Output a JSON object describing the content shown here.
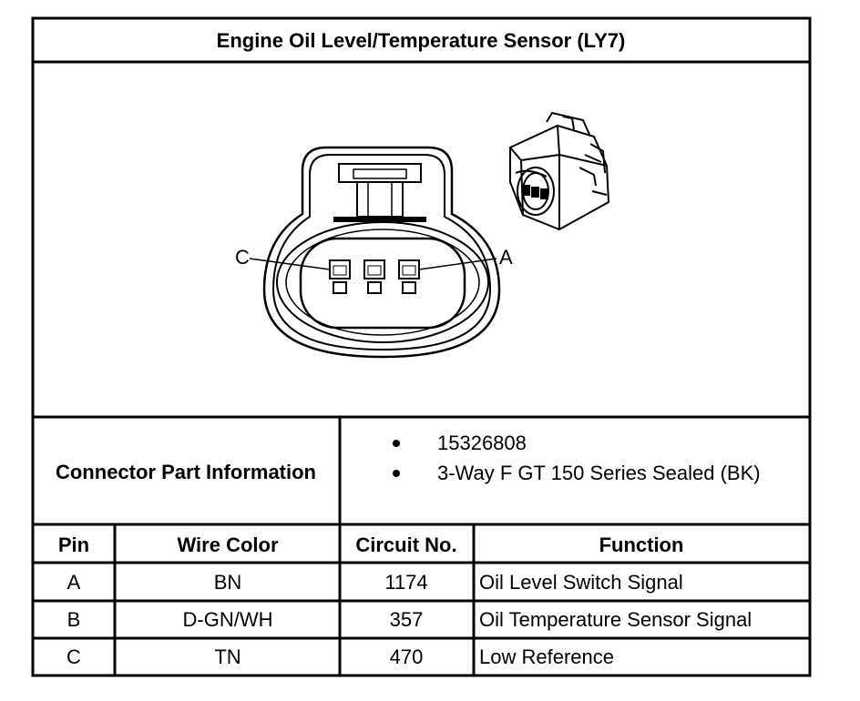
{
  "title": "Engine Oil Level/Temperature Sensor (LY7)",
  "connector_view": {
    "pin_left_label": "C",
    "pin_right_label": "A"
  },
  "connector_info": {
    "label": "Connector Part Information",
    "items": [
      "15326808",
      "3-Way F GT 150 Series Sealed (BK)"
    ]
  },
  "table": {
    "headers": [
      "Pin",
      "Wire Color",
      "Circuit No.",
      "Function"
    ],
    "rows": [
      [
        "A",
        "BN",
        "1174",
        "Oil Level Switch Signal"
      ],
      [
        "B",
        "D-GN/WH",
        "357",
        "Oil Temperature Sensor Signal"
      ],
      [
        "C",
        "TN",
        "470",
        "Low Reference"
      ]
    ]
  },
  "colors": {
    "line": "#000000",
    "background": "#ffffff"
  }
}
